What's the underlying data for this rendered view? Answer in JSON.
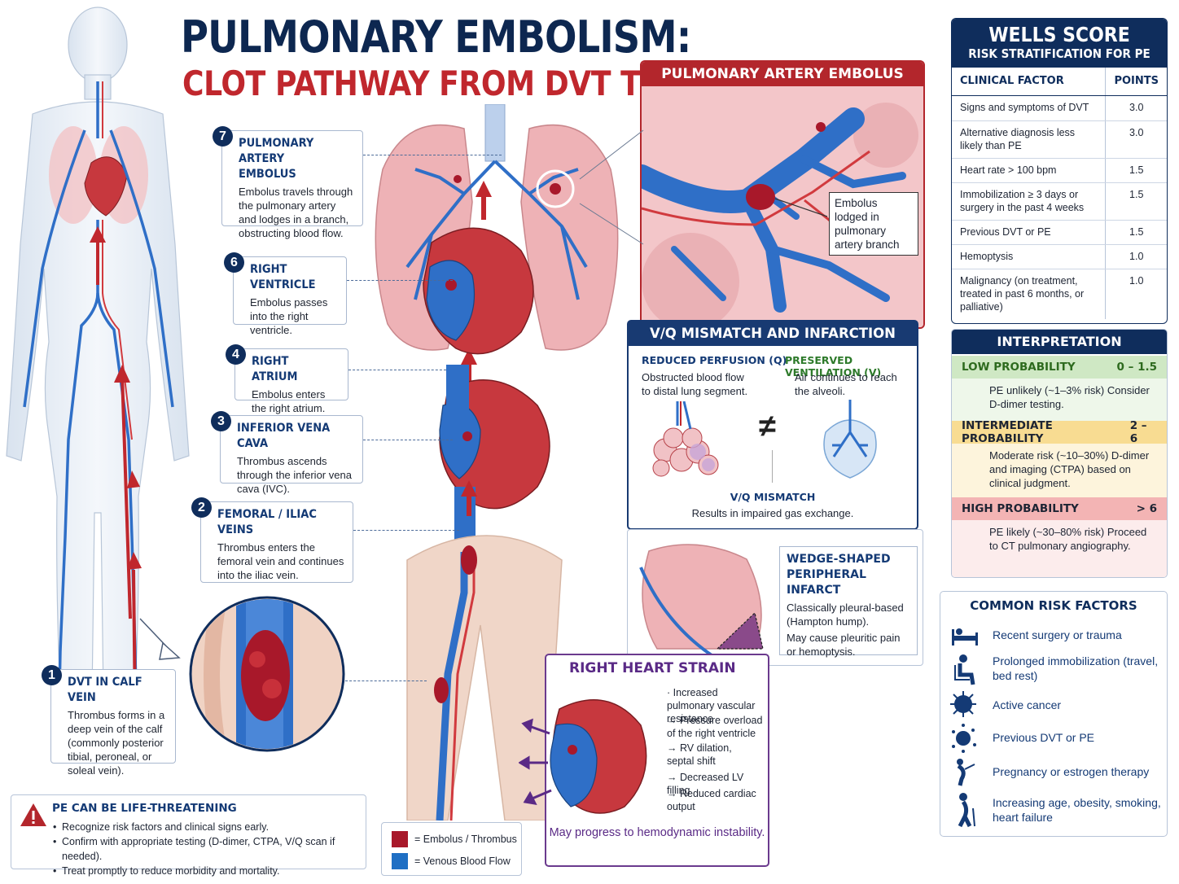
{
  "title": {
    "line1": "PULMONARY EMBOLISM:",
    "line2": "CLOT PATHWAY FROM DVT TO PE"
  },
  "steps": [
    {
      "num": "1",
      "title": "DVT IN CALF VEIN",
      "body": "Thrombus forms in a deep vein of the calf (commonly posterior tibial, peroneal, or soleal vein)."
    },
    {
      "num": "2",
      "title": "FEMORAL / ILIAC VEINS",
      "body": "Thrombus enters the femoral vein and continues into the iliac vein."
    },
    {
      "num": "3",
      "title": "INFERIOR VENA CAVA",
      "body": "Thrombus ascends through the inferior vena cava (IVC)."
    },
    {
      "num": "4",
      "title": "RIGHT ATRIUM",
      "body": "Embolus enters the right atrium."
    },
    {
      "num": "6",
      "title": "RIGHT VENTRICLE",
      "body": "Embolus passes into the right ventricle."
    },
    {
      "num": "7",
      "title": "PULMONARY ARTERY EMBOLUS",
      "body": "Embolus travels through the pulmonary artery and lodges in a branch, obstructing blood flow."
    }
  ],
  "pae_panel": {
    "title": "PULMONARY ARTERY EMBOLUS",
    "note": "Embolus lodged in pulmonary artery branch"
  },
  "vq_panel": {
    "title": "V/Q MISMATCH AND INFARCTION",
    "perfusion_title": "REDUCED PERFUSION (Q)",
    "perfusion_body": "Obstructed blood flow to distal lung segment.",
    "ventilation_title": "PRESERVED VENTILATION (V)",
    "ventilation_body": "Air continues to reach the alveoli.",
    "symbol": "≠",
    "mismatch_title": "V/Q MISMATCH",
    "mismatch_body": "Results in impaired gas exchange."
  },
  "wedge": {
    "title": "WEDGE-SHAPED PERIPHERAL INFARCT",
    "body1": "Classically pleural-based (Hampton hump).",
    "body2": "May cause pleuritic pain or hemoptysis."
  },
  "right_heart_strain": {
    "title": "RIGHT HEART STRAIN",
    "items": [
      {
        "prefix": "·",
        "text": "Increased pulmonary vascular resistance"
      },
      {
        "prefix": "→",
        "text": "Pressure overload of the right ventricle"
      },
      {
        "prefix": "→",
        "text": "RV dilation, septal shift"
      },
      {
        "prefix": "→",
        "text": "Decreased LV filling"
      },
      {
        "prefix": "→",
        "text": "Reduced cardiac output"
      }
    ],
    "footer": "May progress to hemodynamic instability."
  },
  "warning": {
    "title": "PE CAN BE LIFE-THREATENING",
    "items": [
      "Recognize risk factors and clinical signs early.",
      "Confirm with appropriate testing (D-dimer, CTPA, V/Q scan if needed).",
      "Treat promptly to reduce morbidity and mortality."
    ]
  },
  "legend": {
    "items": [
      {
        "label": "= Embolus / Thrombus",
        "color": "#a8182a"
      },
      {
        "label": "= Venous Blood Flow",
        "color": "#1f6fc4"
      }
    ]
  },
  "wells": {
    "title": "WELLS SCORE",
    "subtitle": "RISK STRATIFICATION FOR PE",
    "col_factor": "CLINICAL FACTOR",
    "col_points": "POINTS",
    "rows": [
      {
        "factor": "Signs and symptoms of DVT",
        "points": "3.0"
      },
      {
        "factor": "Alternative diagnosis less likely than PE",
        "points": "3.0"
      },
      {
        "factor": "Heart rate > 100 bpm",
        "points": "1.5"
      },
      {
        "factor": "Immobilization ≥ 3 days or surgery in the past 4 weeks",
        "points": "1.5"
      },
      {
        "factor": "Previous DVT or PE",
        "points": "1.5"
      },
      {
        "factor": "Hemoptysis",
        "points": "1.0"
      },
      {
        "factor": "Malignancy (on treatment, treated in past 6 months, or palliative)",
        "points": "1.0"
      }
    ]
  },
  "interpretation": {
    "title": "INTERPRETATION",
    "levels": [
      {
        "label": "LOW PROBABILITY",
        "range": "0 – 1.5",
        "text": "PE unlikely (~1–3% risk) Consider D-dimer testing.",
        "bar_color": "#cfe8c4",
        "bg_color": "#eef7ea",
        "text_color": "#2d6a1e"
      },
      {
        "label": "INTERMEDIATE PROBABILITY",
        "range": "2 – 6",
        "text": "Moderate risk (~10–30%) D-dimer and imaging (CTPA) based on clinical judgment.",
        "bar_color": "#f8dc92",
        "bg_color": "#fdf4dc",
        "text_color": "#1d2433"
      },
      {
        "label": "HIGH PROBABILITY",
        "range": "> 6",
        "text": "PE likely (~30–80% risk) Proceed to CT pulmonary angiography.",
        "bar_color": "#f3b4b4",
        "bg_color": "#fcecec",
        "text_color": "#1d2433"
      }
    ]
  },
  "risk_factors": {
    "title": "COMMON RISK FACTORS",
    "items": [
      {
        "icon": "hospital-bed-icon",
        "label": "Recent surgery or trauma"
      },
      {
        "icon": "seated-person-icon",
        "label": "Prolonged immobilization (travel, bed rest)"
      },
      {
        "icon": "cancer-cell-icon",
        "label": "Active cancer"
      },
      {
        "icon": "clot-icon",
        "label": "Previous DVT or PE"
      },
      {
        "icon": "pregnancy-icon",
        "label": "Pregnancy or estrogen therapy"
      },
      {
        "icon": "elderly-person-icon",
        "label": "Increasing age, obesity, smoking, heart failure"
      }
    ]
  },
  "colors": {
    "navy": "#0f2d5c",
    "red": "#b3262c",
    "purple": "#5a2a86",
    "vein_blue": "#2f6fc7",
    "clot_red": "#a8182a"
  }
}
